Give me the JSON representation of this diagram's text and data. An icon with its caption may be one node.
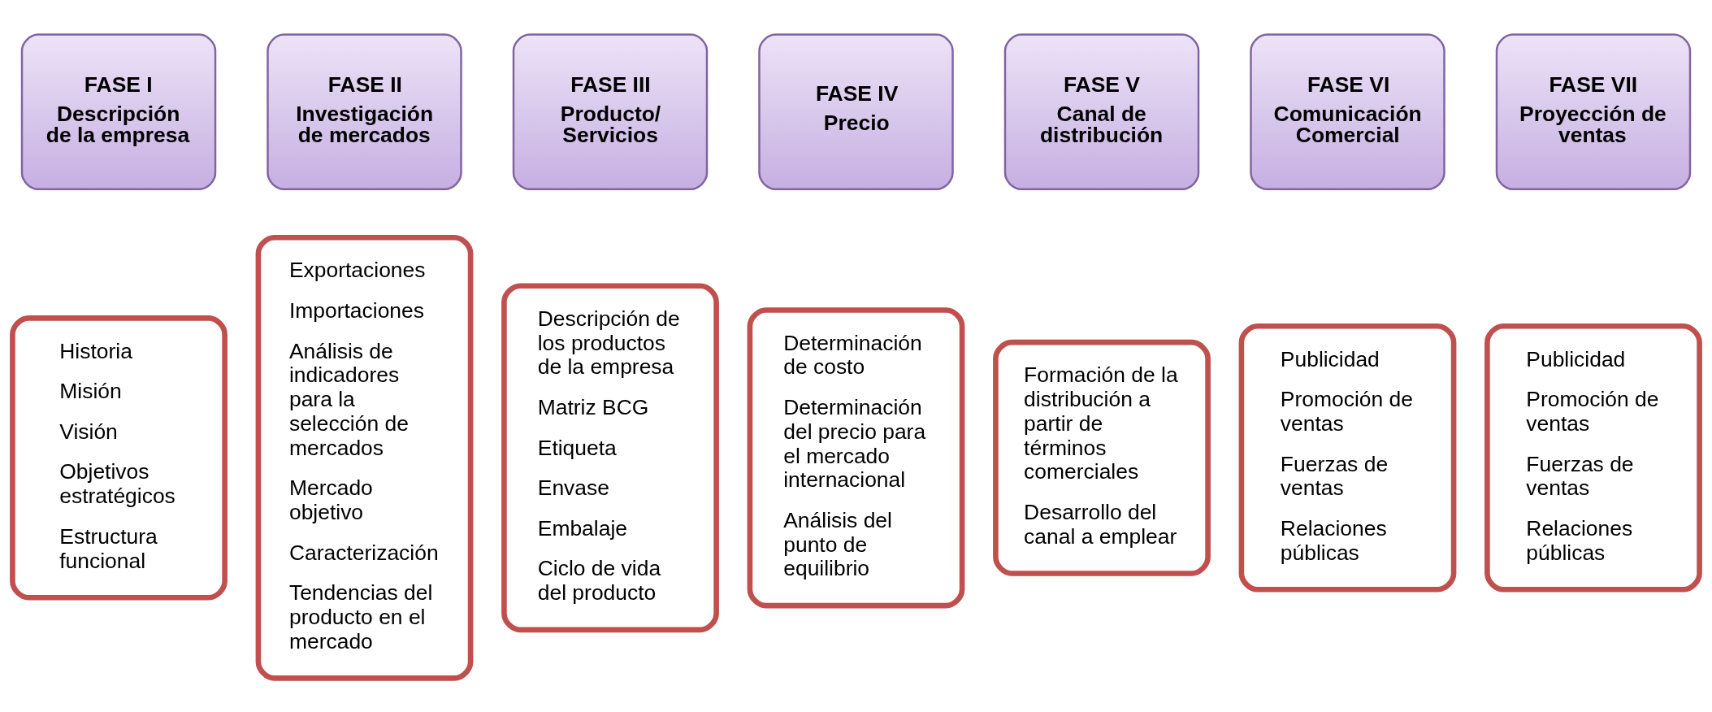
{
  "diagram": {
    "nodes": [
      {
        "text": [
          "FASE I",
          "Descripción de la empresa"
        ]
      },
      {
        "text": [
          "FASE II",
          "Investigación de mercados"
        ]
      },
      {
        "text": [
          "FASE III",
          "Producto/ Servicios"
        ]
      },
      {
        "text": [
          "FASE IV",
          "Precio"
        ]
      },
      {
        "text": [
          "FASE V",
          "Canal de distribución"
        ]
      },
      {
        "text": [
          "FASE VI",
          "Comunicación Comercial"
        ]
      },
      {
        "text": [
          "FASE VII",
          "Proyección de ventas"
        ]
      },
      {
        "text": [
          "Historia",
          "Misión",
          "Visión",
          "Objetivos estratégicos",
          "Estructura funcional"
        ]
      },
      {
        "text": [
          "Exportaciones",
          "Importaciones",
          "Análisis de indicadores para la selección de mercados",
          "Mercado objetivo",
          "Caracterización",
          "Tendencias del producto en el mercado"
        ]
      },
      {
        "text": [
          "Descripción de los productos de la empresa",
          "Matriz BCG",
          "Etiqueta",
          "Envase",
          "Embalaje",
          "Ciclo de vida del producto"
        ]
      },
      {
        "text": [
          "Determinación de costo",
          "Determinación del precio para el mercado internacional",
          "Análisis del punto de equilibrio"
        ]
      },
      {
        "text": [
          "Formación de la distribución a partir de términos comerciales",
          "Desarrollo del canal a emplear"
        ]
      },
      {
        "text": [
          "Publicidad",
          "Promoción de ventas",
          "Fuerzas de ventas",
          "Relaciones públicas"
        ]
      },
      {
        "text": [
          "Publicidad",
          "Promoción de ventas",
          "Fuerzas de ventas",
          "Relaciones públicas"
        ]
      }
    ]
  }
}
